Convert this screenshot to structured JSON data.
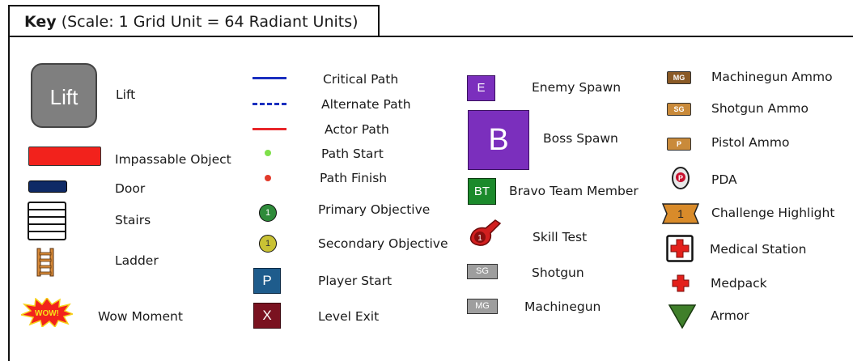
{
  "title": {
    "bold": "Key",
    "rest": " (Scale: 1 Grid Unit = 64 Radiant Units)"
  },
  "col1": {
    "lift_icon": "Lift",
    "lift": "Lift",
    "impassable": "Impassable Object",
    "door": "Door",
    "stairs": "Stairs",
    "ladder": "Ladder",
    "wow_icon": "WOW!",
    "wow": "Wow Moment"
  },
  "col2": {
    "critical": "Critical Path",
    "alternate": "Alternate Path",
    "actor": "Actor Path",
    "start": "Path Start",
    "finish": "Path Finish",
    "primary_icon": "1",
    "primary": "Primary Objective",
    "secondary_icon": "1",
    "secondary": "Secondary Objective",
    "player_icon": "P",
    "player": "Player Start",
    "exit_icon": "X",
    "exit": "Level Exit"
  },
  "col3": {
    "enemy_icon": "E",
    "enemy": "Enemy Spawn",
    "boss_icon": "B",
    "boss": "Boss Spawn",
    "bravo_icon": "BT",
    "bravo": "Bravo Team Member",
    "skill_icon": "1",
    "skill": "Skill Test",
    "shotgun_icon": "SG",
    "shotgun": "Shotgun",
    "mg_icon": "MG",
    "mg": "Machinegun"
  },
  "col4": {
    "mg_ammo_icon": "MG",
    "mg_ammo": "Machinegun Ammo",
    "sg_ammo_icon": "SG",
    "sg_ammo": "Shotgun Ammo",
    "p_ammo_icon": "P",
    "p_ammo": "Pistol Ammo",
    "pda_icon": "P",
    "pda": "PDA",
    "challenge_icon": "1",
    "challenge": "Challenge Highlight",
    "medical": "Medical Station",
    "medpack": "Medpack",
    "armor": "Armor"
  },
  "colors": {
    "critical": "#1a2fbf",
    "actor": "#e8262a",
    "start": "#7ee04a",
    "finish": "#e23a2a",
    "door": "#0f2a66",
    "impassable": "#f2221c",
    "enemy": "#7b2fbd",
    "boss": "#7b2fbd",
    "bravo": "#1b8a2b",
    "player": "#1e5c8c",
    "exit": "#7a1220",
    "lift": "#7f7f7f",
    "ammo_mg": "#8a5a26",
    "ammo_sg": "#c98a3a",
    "ammo_p": "#c98a3a",
    "challenge": "#d98b2a"
  }
}
